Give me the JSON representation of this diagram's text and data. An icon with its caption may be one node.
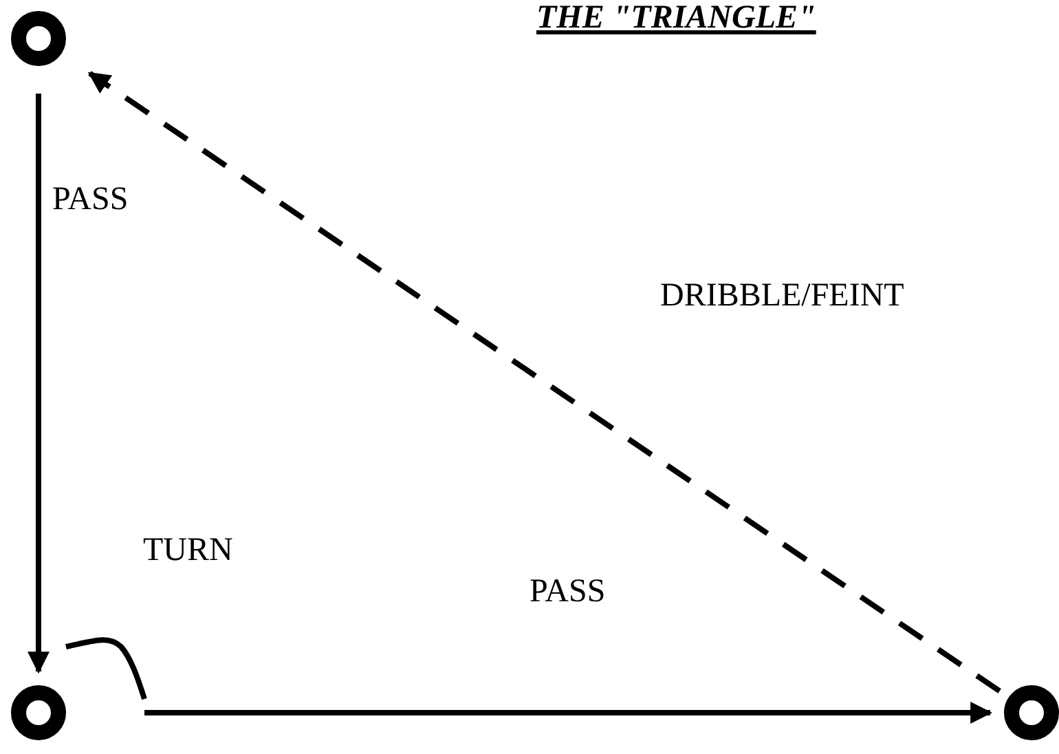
{
  "diagram": {
    "title": "THE \"TRIANGLE\"",
    "nodes": [
      {
        "text": [],
        "shape": "circle"
      },
      {
        "text": [],
        "shape": "circle"
      },
      {
        "text": [],
        "shape": "circle"
      }
    ],
    "edges": [
      {
        "from": 0,
        "to": 1,
        "arrow": "to",
        "label": "PASS"
      },
      {
        "from": 1,
        "to": 2,
        "arrow": "to",
        "label": "PASS"
      },
      {
        "from": 2,
        "to": 0,
        "arrow": "to",
        "label": "DRIBBLE/FEINT",
        "style": "dashed"
      }
    ],
    "labels": [
      "TURN"
    ]
  }
}
